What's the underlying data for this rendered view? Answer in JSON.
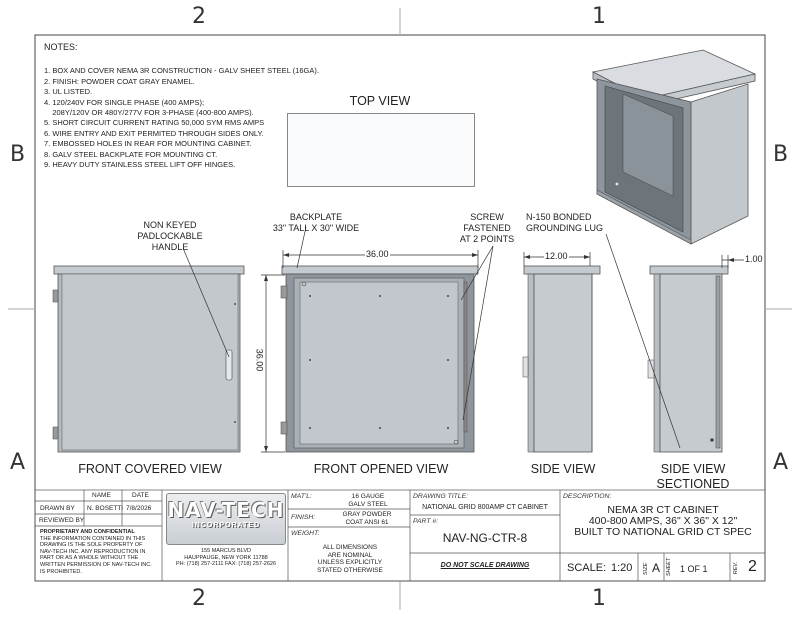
{
  "zones": {
    "top_left": "2",
    "top_right": "1",
    "bottom_left": "2",
    "bottom_right": "1",
    "left_upper": "B",
    "left_lower": "A",
    "right_upper": "B",
    "right_lower": "A"
  },
  "notes": {
    "header": "NOTES:",
    "items": [
      "1. BOX AND COVER NEMA 3R CONSTRUCTION - GALV SHEET STEEL (16GA).",
      "2. FINISH: POWDER COAT GRAY ENAMEL.",
      "3. UL LISTED.",
      "4. 120/240V FOR SINGLE PHASE (400 AMPS);",
      "    208Y/120V OR 480Y/277V FOR 3-PHASE (400-800 AMPS).",
      "5. SHORT CIRCUIT CURRENT RATING 50,000 SYM RMS AMPS",
      "6. WIRE ENTRY AND EXIT PERMITED THROUGH SIDES ONLY.",
      "7. EMBOSSED HOLES IN REAR FOR MOUNTING CABINET.",
      "8. GALV STEEL BACKPLATE FOR MOUNTING CT.",
      "9. HEAVY DUTY STAINLESS STEEL LIFT OFF HINGES."
    ]
  },
  "views": {
    "top_view": "TOP VIEW",
    "front_covered": "FRONT COVERED VIEW",
    "front_opened": "FRONT OPENED VIEW",
    "side": "SIDE VIEW",
    "side_sectioned_1": "SIDE VIEW",
    "side_sectioned_2": "SECTIONED"
  },
  "callouts": {
    "handle": [
      "NON KEYED",
      "PADLOCKABLE",
      "HANDLE"
    ],
    "backplate": [
      "BACKPLATE",
      "33\" TALL X 30\" WIDE"
    ],
    "screw": [
      "SCREW",
      "FASTENED",
      "AT 2 POINTS"
    ],
    "lug": [
      "N-150 BONDED",
      "GROUNDING LUG"
    ]
  },
  "dimensions": {
    "width": "36.00",
    "height": "36.00",
    "depth": "12.00",
    "offset": "1.00"
  },
  "title_block": {
    "name_hdr": "NAME",
    "date_hdr": "DATE",
    "drawn_by_lbl": "DRAWN BY",
    "drawn_by": "N. BOSETTI",
    "drawn_date": "7/8/2026",
    "reviewed_by_lbl": "REVIEWED BY",
    "proprietary_title": "PROPRIETARY AND CONFIDENTIAL",
    "proprietary_lines": [
      "THE INFORMATION CONTAINED IN THIS",
      "DRAWING IS THE SOLE PROPERTY OF",
      "NAV-TECH INC. ANY REPRODUCTION IN",
      "PART OR AS A WHOLE WITHOUT THE",
      "WRITTEN PERMISSION OF NAV-TECH INC.",
      "IS PROHIBITED."
    ],
    "logo_main": "NAV-TECH",
    "logo_sub": "INCORPORATED",
    "address_1": "155 MARCUS BLVD",
    "address_2": "HAUPPAUGE, NEW YORK 11788",
    "address_3": "PH: (718) 257-2111   FAX: (718) 257-2626",
    "matl_lbl": "MAT'L:",
    "matl_1": "16 GAUGE",
    "matl_2": "GALV STEEL",
    "finish_lbl": "FINISH:",
    "finish_1": "GRAY POWDER",
    "finish_2": "COAT ANSI 61",
    "weight_lbl": "WEIGHT:",
    "dims_note": [
      "ALL DIMENSIONS",
      "ARE NOMINAL",
      "UNLESS EXPLICITLY",
      "STATED OTHERWISE"
    ],
    "drawing_title_lbl": "DRAWING TITLE:",
    "drawing_title": "NATIONAL GRID 800AMP CT CABINET",
    "part_lbl": "PART #:",
    "part": "NAV-NG-CTR-8",
    "do_not_scale": "DO NOT SCALE DRAWING",
    "description_lbl": "DESCRIPTION:",
    "description": [
      "NEMA 3R CT CABINET",
      "400-800 AMPS, 36\" X 36\" X 12\"",
      "BUILT TO NATIONAL GRID CT SPEC"
    ],
    "scale_lbl": "SCALE:",
    "scale": "1:20",
    "size_lbl": "SIZE",
    "size": "A",
    "sheet_lbl": "SHEET",
    "sheet": "1 OF 1",
    "rev_lbl": "REV.",
    "rev": "2"
  }
}
